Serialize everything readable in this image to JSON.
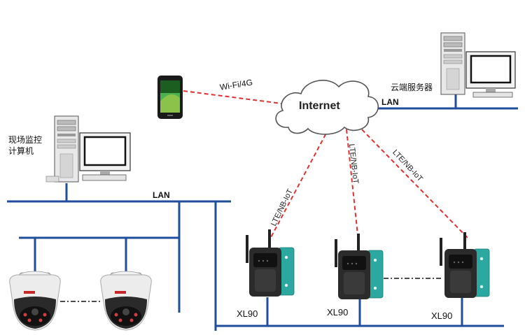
{
  "labels": {
    "internet": "Internet",
    "wifi": "Wi-Fi/4G",
    "cloud_server": "云端服务器",
    "local_pc_line1": "现场监控",
    "local_pc_line2": "计算机",
    "lan_top": "LAN",
    "lan_left": "LAN",
    "lte_1": "LTE/NB-IoT",
    "lte_2": "LTE/NB-IoT",
    "lte_3": "LTE/NB-IoT",
    "xl90_1": "XL90",
    "xl90_2": "XL90",
    "xl90_3": "XL90"
  },
  "colors": {
    "lan_line": "#1f4e9c",
    "wireless_link": "#e03030",
    "device_teal": "#2ba8a0",
    "device_body": "#2b2b2b"
  }
}
